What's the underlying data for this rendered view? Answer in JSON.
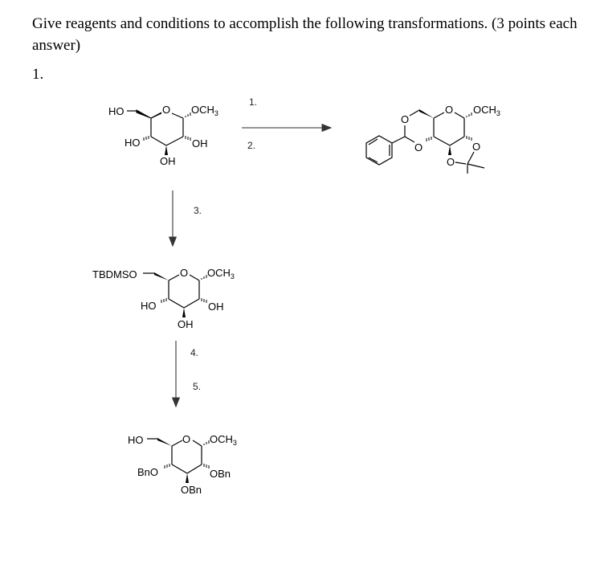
{
  "question": {
    "text": "Give reagents and conditions to accomplish the following transformations.  (3 points each answer)",
    "number": "1."
  },
  "steps": {
    "s1": "1.",
    "s2": "2.",
    "s3": "3.",
    "s4": "4.",
    "s5": "5."
  },
  "molecules": {
    "start": {
      "name": "methyl alpha-D-glucopyranoside",
      "labels": {
        "c6_oh": "HO",
        "ring_o": "O",
        "anomeric": "OCH",
        "anomeric_sub": "3",
        "c4": "HO",
        "c2": "OH",
        "c3": "OH"
      }
    },
    "product_a": {
      "name": "4,6-O-benzylidene-2,3-O-isopropylidene methyl glucoside",
      "labels": {
        "ring_o": "O",
        "anomeric": "OCH",
        "anomeric_sub": "3",
        "acetal_o_top": "O",
        "acetal_o_bottom": "O",
        "iso_o_right": "O",
        "iso_o_bottom": "O"
      }
    },
    "product_b": {
      "name": "6-O-TBDMS methyl glucoside",
      "labels": {
        "c6_o": "TBDMSO",
        "ring_o": "O",
        "anomeric": "OCH",
        "anomeric_sub": "3",
        "c4": "HO",
        "c2": "OH",
        "c3": "OH"
      }
    },
    "product_c": {
      "name": "2,3,4-tri-O-benzyl methyl glucoside",
      "labels": {
        "c6_oh": "HO",
        "ring_o": "O",
        "anomeric": "OCH",
        "anomeric_sub": "3",
        "c4": "BnO",
        "c2": "OBn",
        "c3": "OBn"
      }
    }
  }
}
